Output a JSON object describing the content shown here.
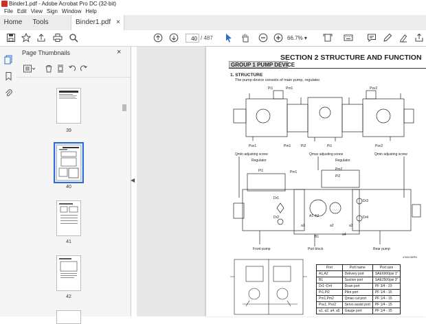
{
  "window": {
    "title": "Binder1.pdf - Adobe Acrobat Pro DC (32-bit)"
  },
  "menu": [
    "File",
    "Edit",
    "View",
    "Sign",
    "Window",
    "Help"
  ],
  "tabs": {
    "home": "Home",
    "tools": "Tools",
    "document": "Binder1.pdf",
    "close": "×"
  },
  "toolbar": {
    "page_current": "40",
    "page_total": "/ 487",
    "zoom": "66.7%",
    "zoom_arrow": "▾"
  },
  "thumbnails": {
    "title": "Page Thumbnails",
    "close": "×",
    "pages": [
      {
        "label": "39",
        "selected": false
      },
      {
        "label": "40",
        "selected": true
      },
      {
        "label": "41",
        "selected": false
      },
      {
        "label": "42",
        "selected": false
      }
    ]
  },
  "document": {
    "section_title": "SECTION  2  STRUCTURE AND FUNCTION",
    "group_title": "GROUP  1  PUMP DEVICE",
    "subsection": "1. STRUCTURE",
    "intro": "The pump device consists of main pump, regulator.",
    "top_labels": [
      "Pi1",
      "Pm1",
      "Psv2",
      "Psv1",
      "Pm1",
      "Pi2",
      "Pi1",
      "Psv2"
    ],
    "mid_labels": [
      "Qmin adjusting screw",
      "Qmax adjusting screw",
      "Qmin adjusting screw",
      "Regulator",
      "Regulator",
      "Pm1",
      "Pm2",
      "Pi1",
      "Pi2",
      "Dr1",
      "Dr2",
      "Dr3",
      "Dr4",
      "A1",
      "A2",
      "B1",
      "a1",
      "a2",
      "a3",
      "a4",
      "Front pump",
      "Port block",
      "Rear pump"
    ],
    "drawing_code": "4760CS6PR1",
    "table": {
      "headers": [
        "Port",
        "Port name",
        "Port size"
      ],
      "rows": [
        [
          "A1,A2",
          "Delivery port",
          "SAE6000psi 1\""
        ],
        [
          "B1",
          "Suction port",
          "SAE2500psi 3\""
        ],
        [
          "Dr1~Dr4",
          "Drain port",
          "PF 3/4 - 23"
        ],
        [
          "Pi1,Pi2",
          "Pilot port",
          "PF 1/4 - 15"
        ],
        [
          "Pm1,Pm2",
          "Qmax cut port",
          "PF 1/4 - 15"
        ],
        [
          "Psv1, Psv2",
          "Servo assist port",
          "PF 1/4 - 15"
        ],
        [
          "a1, a2, a4, a5",
          "Gauge port",
          "PF 1/4 - 15"
        ]
      ]
    }
  },
  "colors": {
    "acrobat_red": "#d62b1f",
    "selection_blue": "#2d6ad2",
    "canvas_gray": "#e8e8e8"
  }
}
